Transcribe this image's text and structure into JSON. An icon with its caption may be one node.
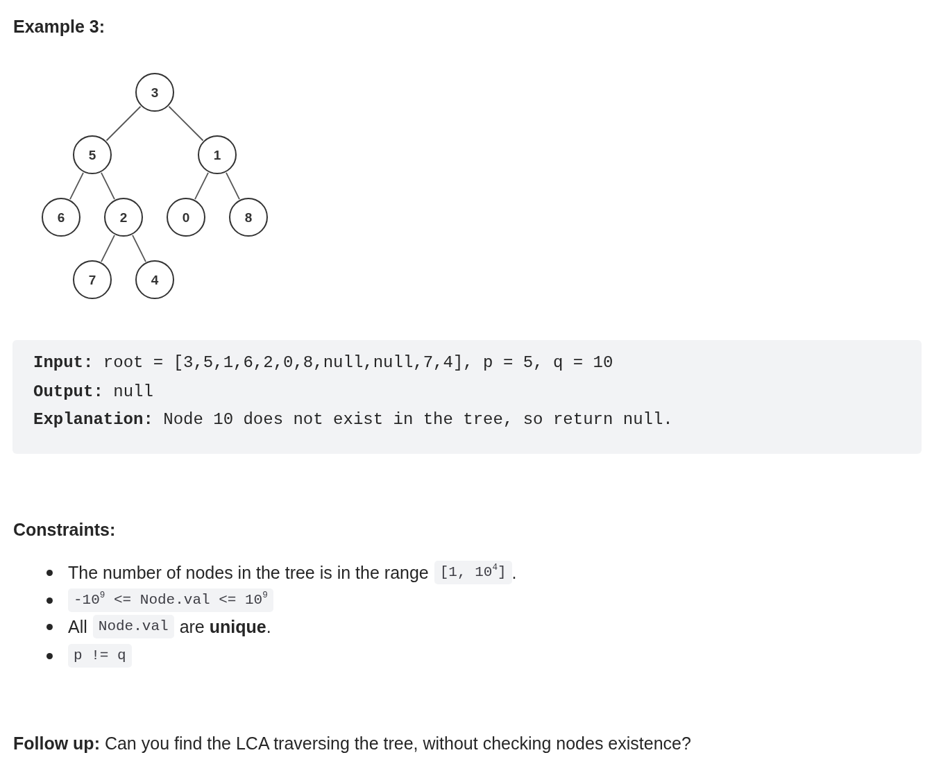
{
  "diagram": {
    "title": "Example 3:",
    "nodes": [
      {
        "text": [
          "3"
        ]
      },
      {
        "text": [
          "5"
        ]
      },
      {
        "text": [
          "1"
        ]
      },
      {
        "text": [
          "6"
        ]
      },
      {
        "text": [
          "2"
        ]
      },
      {
        "text": [
          "0"
        ]
      },
      {
        "text": [
          "8"
        ]
      },
      {
        "text": [
          "7"
        ]
      },
      {
        "text": [
          "4"
        ]
      }
    ],
    "edges": [
      {
        "from": 0,
        "to": 1,
        "arrow": "none"
      },
      {
        "from": 0,
        "to": 2,
        "arrow": "none"
      },
      {
        "from": 1,
        "to": 3,
        "arrow": "none"
      },
      {
        "from": 1,
        "to": 4,
        "arrow": "none"
      },
      {
        "from": 2,
        "to": 5,
        "arrow": "none"
      },
      {
        "from": 2,
        "to": 6,
        "arrow": "none"
      },
      {
        "from": 4,
        "to": 7,
        "arrow": "none"
      },
      {
        "from": 4,
        "to": 8,
        "arrow": "none"
      }
    ],
    "labels": [
      "**Input:** root = [3,5,1,6,2,0,8,null,null,7,4], p = 5, q = 10",
      "**Output:** null",
      "**Explanation:** Node 10 does not exist in the tree, so return null.",
      "Constraints:",
      "The number of nodes in the tree is in the range",
      "[1, 10$^{4}$]",
      ".",
      "-10$^{9}$ <= Node.val <= 10$^{9}$",
      "All",
      "Node.val",
      "are **unique**.",
      "p != q",
      "**Follow up:** Can you find the LCA traversing the tree, without checking nodes existence?"
    ]
  }
}
